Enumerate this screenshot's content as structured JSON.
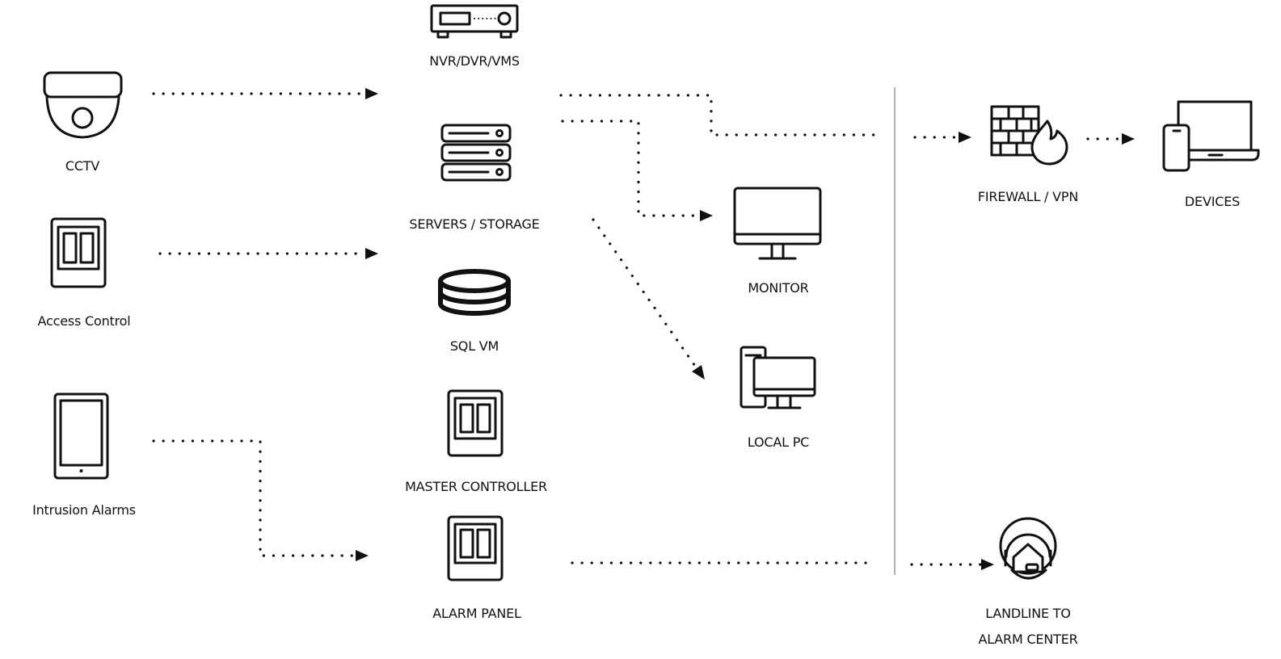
{
  "colors": {
    "ink": "#111111",
    "divider": "#999999",
    "background": "#ffffff"
  },
  "nodes": {
    "cctv": {
      "label": "CCTV",
      "icon": "dome-camera-icon"
    },
    "access_control": {
      "label": "Access Control",
      "icon": "door-panel-icon"
    },
    "intrusion_alarms": {
      "label": "Intrusion Alarms",
      "icon": "tablet-icon"
    },
    "nvr": {
      "label": "NVR/DVR/VMS",
      "icon": "recorder-icon"
    },
    "servers": {
      "label": "SERVERS / STORAGE",
      "icon": "server-rack-icon"
    },
    "sql_vm": {
      "label": "SQL VM",
      "icon": "database-icon"
    },
    "master_controller": {
      "label": "MASTER CONTROLLER",
      "icon": "door-panel-icon"
    },
    "alarm_panel": {
      "label": "ALARM PANEL",
      "icon": "door-panel-icon"
    },
    "monitor": {
      "label": "MONITOR",
      "icon": "monitor-icon"
    },
    "local_pc": {
      "label": "LOCAL PC",
      "icon": "desktop-pc-icon"
    },
    "firewall": {
      "label": "FIREWALL / VPN",
      "icon": "firewall-icon"
    },
    "devices": {
      "label": "DEVICES",
      "icon": "laptop-phone-icon"
    },
    "landline": {
      "label": "LANDLINE TO ALARM CENTER",
      "icon": "headset-agent-icon"
    }
  },
  "connections": [
    {
      "from": "cctv",
      "to": "nvr"
    },
    {
      "from": "access_control",
      "to": "servers"
    },
    {
      "from": "intrusion_alarms",
      "to": "alarm_panel"
    },
    {
      "from": "nvr",
      "to": "firewall"
    },
    {
      "from": "servers",
      "to": "monitor"
    },
    {
      "from": "servers",
      "to": "local_pc"
    },
    {
      "from": "alarm_panel",
      "to": "landline"
    },
    {
      "from": "firewall",
      "to": "devices"
    }
  ]
}
